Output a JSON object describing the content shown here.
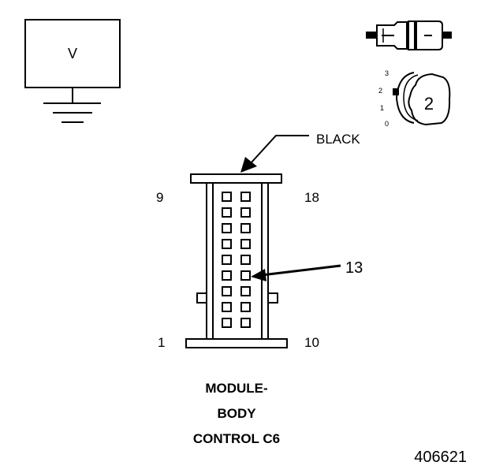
{
  "meter": {
    "label": "V"
  },
  "connector": {
    "color_label": "BLACK",
    "pin_labels": {
      "top_left": "9",
      "top_right": "18",
      "bottom_left": "1",
      "bottom_right": "10"
    },
    "callout_pin": "13",
    "caption": {
      "line1": "MODULE-",
      "line2": "BODY",
      "line3": "CONTROL C6"
    }
  },
  "probe_gauge": {
    "number": "2",
    "scale": [
      "3",
      "2",
      "1",
      "0"
    ]
  },
  "figure_id": "406621"
}
